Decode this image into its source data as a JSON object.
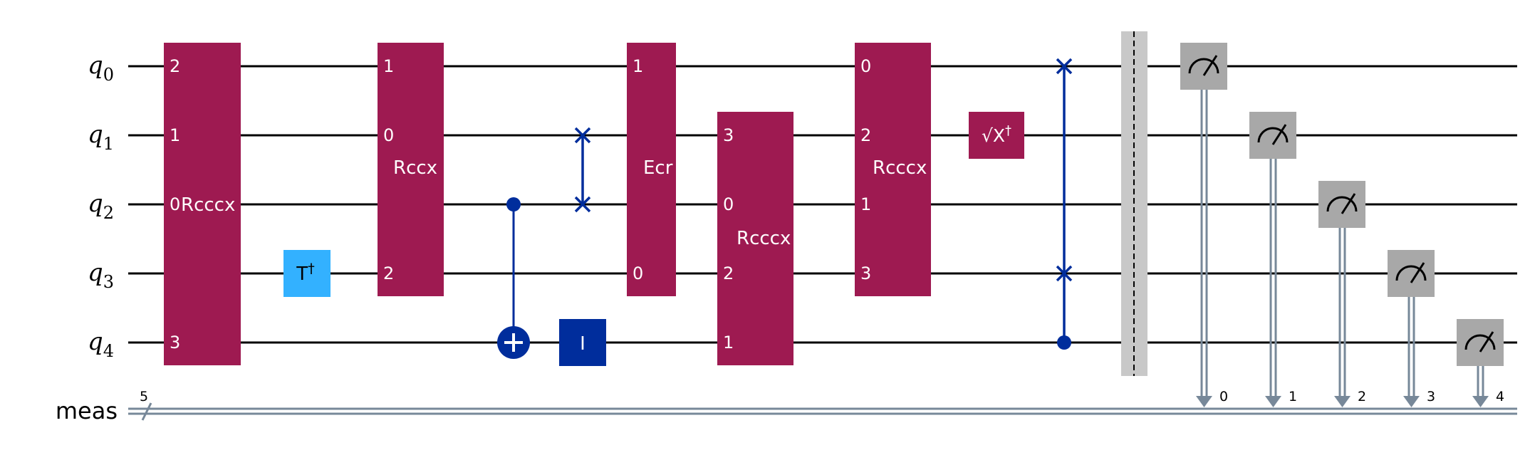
{
  "circuit": {
    "qubits": [
      {
        "name": "q",
        "index": "0"
      },
      {
        "name": "q",
        "index": "1"
      },
      {
        "name": "q",
        "index": "2"
      },
      {
        "name": "q",
        "index": "3"
      },
      {
        "name": "q",
        "index": "4"
      }
    ],
    "classical_register": {
      "name": "meas",
      "width_label": "5"
    },
    "gates": {
      "rcccx_a": {
        "label": "Rcccx",
        "pins": [
          "2",
          "1",
          "0",
          "3"
        ]
      },
      "tdg": {
        "label": "T",
        "sup": "†"
      },
      "rccx": {
        "label": "Rccx",
        "pins": [
          "1",
          "0",
          "2"
        ]
      },
      "ecr": {
        "label": "Ecr",
        "pins": [
          "1",
          "0"
        ]
      },
      "rcccx_b": {
        "label": "Rcccx",
        "pins": [
          "3",
          "0",
          "2",
          "1"
        ]
      },
      "rcccx_c": {
        "label": "Rcccx",
        "pins": [
          "0",
          "2",
          "1",
          "3"
        ]
      },
      "id": {
        "label": "I"
      },
      "sxdg": {
        "label": "√X",
        "sup": "†"
      }
    },
    "measure_bits": [
      "0",
      "1",
      "2",
      "3",
      "4"
    ],
    "colors": {
      "multi_qubit_gate": "#9e1a51",
      "tdg_gate": "#33b1ff",
      "identity_gate": "#002d9c",
      "sxdg_gate": "#9e1a51",
      "control": "#002d9c",
      "swap": "#002d9c",
      "measure": "#a8a8a8",
      "classical_line": "#778899",
      "wire": "#000000",
      "barrier": "#c8c8c8"
    }
  }
}
